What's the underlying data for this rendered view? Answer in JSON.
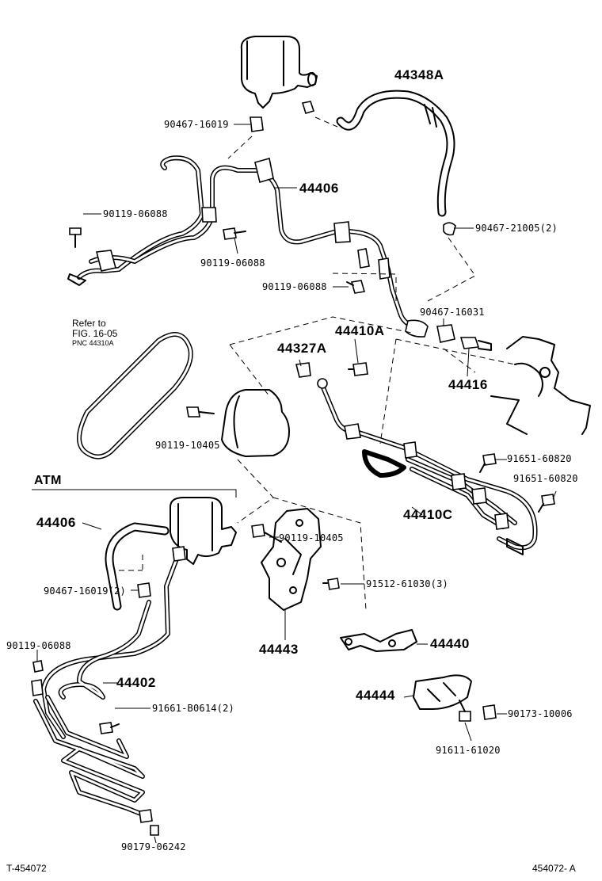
{
  "diagram": {
    "section_atm": "ATM",
    "refer_note": [
      "Refer to",
      "FIG. 16-05",
      "PNC 44310A"
    ],
    "footer_left": "T-454072",
    "footer_right": "454072- A"
  },
  "labels": {
    "p44348A": "44348A",
    "p90467_16019": "90467-16019",
    "p44406_top": "44406",
    "p90119_06088_a": "90119-06088",
    "p90119_06088_b": "90119-06088",
    "p90467_21005": "90467-21005(2)",
    "p90119_06088_c": "90119-06088",
    "p90467_16031": "90467-16031",
    "p44410A": "44410A",
    "p44327A": "44327A",
    "p44416": "44416",
    "p90119_10405_a": "90119-10405",
    "p91651_60820_a": "91651-60820",
    "p91651_60820_b": "91651-60820",
    "p44410C": "44410C",
    "p44406_atm": "44406",
    "p90119_10405_b": "90119-10405",
    "p91512_61030": "91512-61030(3)",
    "p90467_16019_2": "90467-16019(2)",
    "p90119_06088_d": "90119-06088",
    "p44443": "44443",
    "p44440": "44440",
    "p44402": "44402",
    "p44444": "44444",
    "p90173_10006": "90173-10006",
    "p91661_B0614": "91661-B0614(2)",
    "p91611_61020": "91611-61020",
    "p90179_06242": "90179-06242"
  }
}
